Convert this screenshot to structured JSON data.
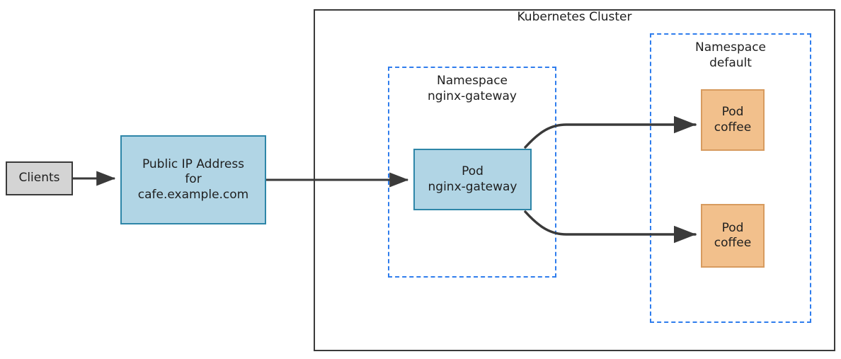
{
  "diagram": {
    "title": "Kubernetes Cluster",
    "cluster": {
      "label": "Kubernetes Cluster",
      "border_color": "#3a3a3a"
    },
    "namespaces": [
      {
        "id": "nginx-gateway",
        "label": "Namespace\nnginx-gateway",
        "border_color": "#2f7ded",
        "border_style": "dashed"
      },
      {
        "id": "default",
        "label": "Namespace\ndefault",
        "border_color": "#2f7ded",
        "border_style": "dashed"
      }
    ],
    "nodes": [
      {
        "id": "clients",
        "label": "Clients",
        "fill": "#d4d4d4",
        "stroke": "#3a3a3a"
      },
      {
        "id": "public-ip",
        "label": "Public IP Address\nfor\ncafe.example.com",
        "fill": "#b1d5e5",
        "stroke": "#2e86a8"
      },
      {
        "id": "pod-nginx-gateway",
        "label": "Pod\nnginx-gateway",
        "fill": "#b1d5e5",
        "stroke": "#2e86a8"
      },
      {
        "id": "pod-coffee-top",
        "label": "Pod\ncoffee",
        "fill": "#f2c08c",
        "stroke": "#d79b5f"
      },
      {
        "id": "pod-coffee-bottom",
        "label": "Pod\ncoffee",
        "fill": "#f2c08c",
        "stroke": "#d79b5f"
      }
    ],
    "edges": [
      {
        "id": "clients-to-public-ip",
        "from": "clients",
        "to": "public-ip",
        "style": "straight",
        "color": "#3a3a3a"
      },
      {
        "id": "public-ip-to-pod-nginx-gateway",
        "from": "public-ip",
        "to": "pod-nginx-gateway",
        "style": "straight",
        "color": "#3a3a3a"
      },
      {
        "id": "pod-nginx-gateway-to-pod-coffee-top",
        "from": "pod-nginx-gateway",
        "to": "pod-coffee-top",
        "style": "curved",
        "color": "#3a3a3a"
      },
      {
        "id": "pod-nginx-gateway-to-pod-coffee-bottom",
        "from": "pod-nginx-gateway",
        "to": "pod-coffee-bottom",
        "style": "curved",
        "color": "#3a3a3a"
      }
    ]
  }
}
